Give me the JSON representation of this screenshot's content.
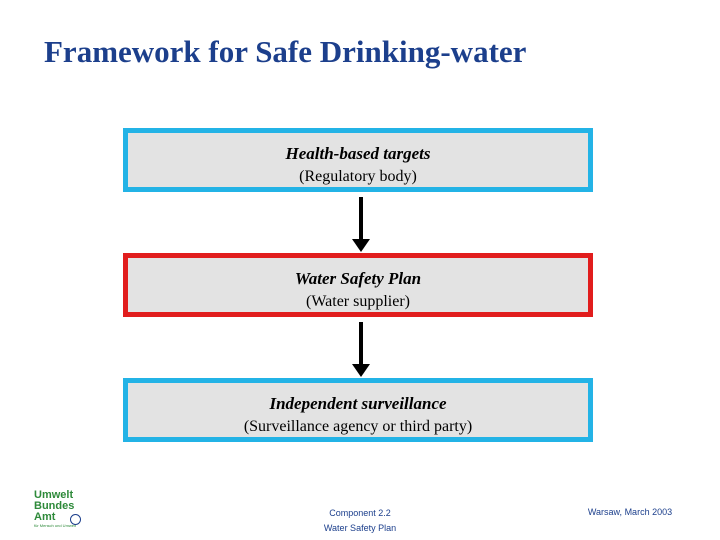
{
  "slide": {
    "title": "Framework for Safe Drinking-water"
  },
  "diagram": {
    "boxes": [
      {
        "title": "Health-based targets",
        "subtitle": "(Regulatory body)",
        "border_color": "#23b3e6"
      },
      {
        "title": "Water Safety Plan",
        "subtitle": "(Water supplier)",
        "border_color": "#e11d1d"
      },
      {
        "title": "Independent surveillance",
        "subtitle": "(Surveillance agency or third party)",
        "border_color": "#23b3e6"
      }
    ],
    "box_fill": "#e3e3e3"
  },
  "footer": {
    "component_line1": "Component 2.2",
    "component_line2": "Water Safety Plan",
    "location_date": "Warsaw, March 2003"
  },
  "logo": {
    "line1": "Umwelt",
    "line2": "Bundes",
    "line3": "Amt",
    "tagline": "für Mensch und Umwelt",
    "icon": "un-emblem-icon"
  },
  "colors": {
    "title": "#1c3f8c",
    "logo_green": "#2e8a3a"
  }
}
